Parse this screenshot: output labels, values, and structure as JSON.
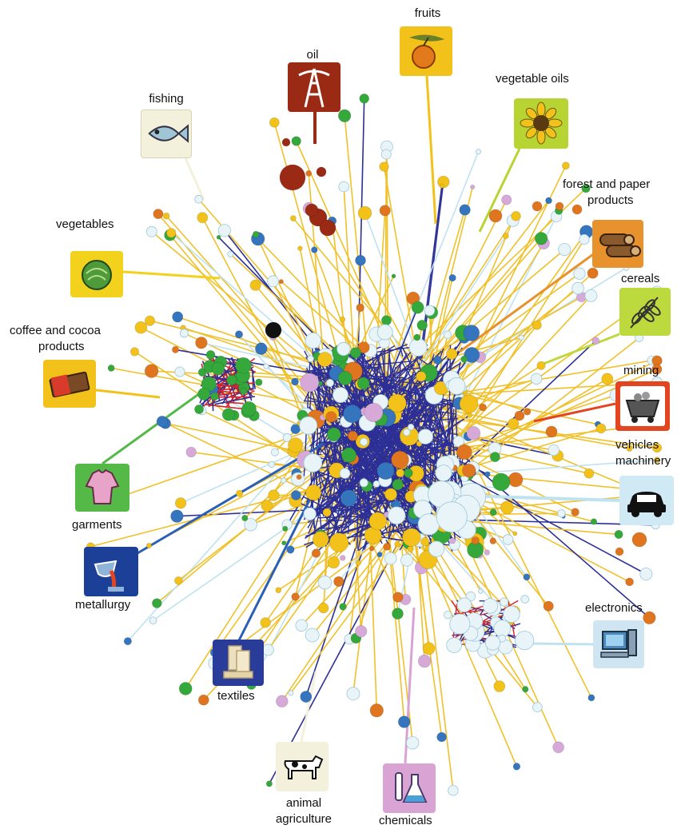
{
  "categories": [
    {
      "id": "fruits",
      "label": "fruits",
      "color": "#f2c21a"
    },
    {
      "id": "oil",
      "label": "oil",
      "color": "#9b2a14"
    },
    {
      "id": "fishing",
      "label": "fishing",
      "color": "#f3f0dc"
    },
    {
      "id": "vegetable_oils",
      "label": "vegetable oils",
      "color": "#b8d433"
    },
    {
      "id": "forest",
      "label_line1": "forest and paper",
      "label_line2": "products",
      "color": "#e7922c"
    },
    {
      "id": "vegetables",
      "label": "vegetables",
      "color": "#f2d21c"
    },
    {
      "id": "cereals",
      "label": "cereals",
      "color": "#bcd93d"
    },
    {
      "id": "coffee",
      "label_line1": "coffee and cocoa",
      "label_line2": "products",
      "color": "#f2c21a"
    },
    {
      "id": "mining",
      "label": "mining",
      "color": "#e2451f"
    },
    {
      "id": "vehicles",
      "label_line1": "vehicles",
      "label_line2": "machinery",
      "color": "#cfeaf5"
    },
    {
      "id": "garments",
      "label": "garments",
      "color": "#55b948"
    },
    {
      "id": "metallurgy",
      "label": "metallurgy",
      "color": "#1c3f98"
    },
    {
      "id": "electronics",
      "label": "electronics",
      "color": "#cfe6f2"
    },
    {
      "id": "textiles",
      "label": "textiles",
      "color": "#2a3c9a"
    },
    {
      "id": "animal",
      "label_line1": "animal",
      "label_line2": "agriculture",
      "color": "#f3f0dc"
    },
    {
      "id": "chemicals",
      "label": "chemicals",
      "color": "#d9a4d3"
    }
  ],
  "palette": {
    "edge_yellow": "#f0c12a",
    "edge_blue": "#2c2f96",
    "edge_lightblue": "#bfe2f0",
    "node_white": "#e9f4f8",
    "node_yellow": "#f2c21a",
    "node_green": "#35a83c",
    "node_orange": "#e07520",
    "node_blue": "#3575bd",
    "node_pink": "#d7a9d8",
    "node_red": "#d3232c",
    "node_darkred": "#9b2a14"
  }
}
